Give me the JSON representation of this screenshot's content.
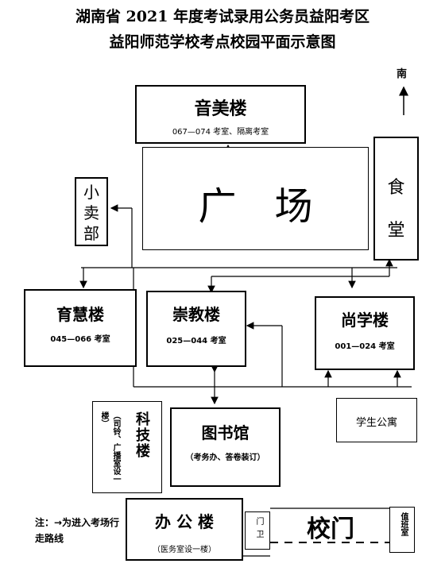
{
  "title": {
    "line1": "湖南省 2021 年度考试录用公务员益阳考区",
    "line2": "益阳师范学校考点校园平面示意图"
  },
  "compass": {
    "label": "南"
  },
  "buildings": {
    "yinmei": {
      "name": "音美楼",
      "rooms": "067—074 考室、隔离考室"
    },
    "plaza": {
      "name": "广　场"
    },
    "shop": {
      "name": "小卖部"
    },
    "canteen": {
      "name": "食堂"
    },
    "yuhui": {
      "name": "育慧楼",
      "rooms": "045—066 考室"
    },
    "chongjiao": {
      "name": "崇教楼",
      "rooms": "025—044 考室"
    },
    "shangxue": {
      "name": "尚学楼",
      "rooms": "001—024 考室"
    },
    "keji": {
      "name": "科技楼",
      "note": "（司铃、广播室设一楼）"
    },
    "library": {
      "name": "图书馆",
      "note": "（考务办、答卷装订）"
    },
    "dorm": {
      "name": "学生公寓"
    },
    "office": {
      "name": "办 公 楼",
      "note": "（医务室设一楼）"
    },
    "guard": {
      "name": "门卫"
    },
    "duty": {
      "name": "值班室"
    }
  },
  "gate": {
    "label": "校门"
  },
  "legend": {
    "text": "注：→为进入考场行走路线"
  }
}
